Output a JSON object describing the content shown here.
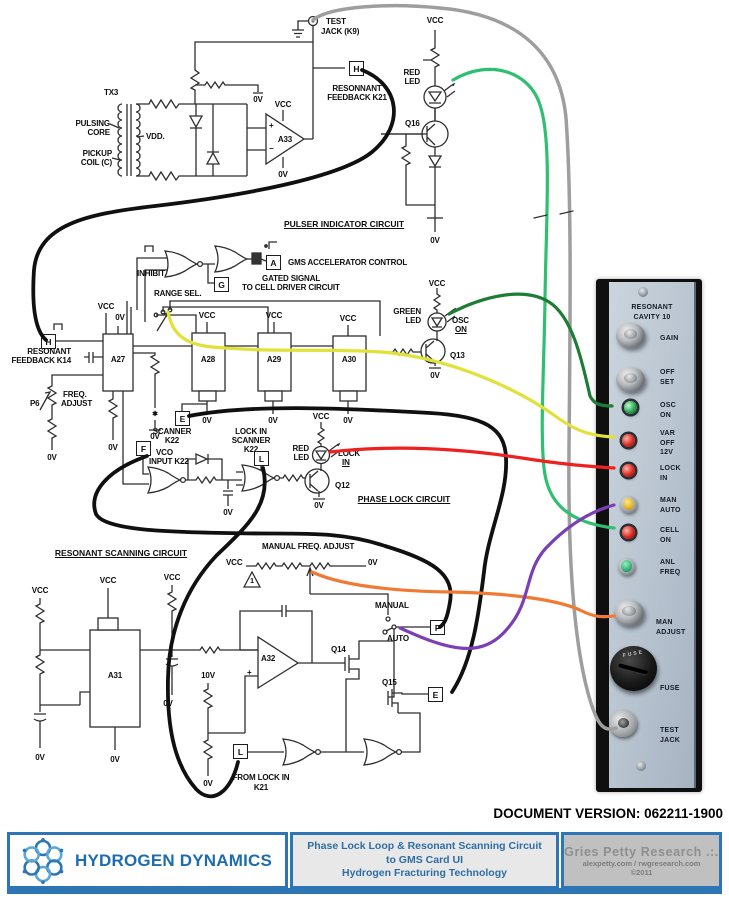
{
  "doc": {
    "version": "DOCUMENT VERSION: 062211-1900"
  },
  "titles": {
    "pulser": "PULSER INDICATOR CIRCUIT",
    "phase_lock": "PHASE LOCK CIRCUIT",
    "resonant_scanning": "RESONANT SCANNING CIRCUIT"
  },
  "labels": {
    "vcc": "VCC",
    "ov": "0V",
    "v10": "10V",
    "vdd": "VDD.",
    "tx3": "TX3",
    "pulsing1": "PULSING",
    "pulsing2": "CORE",
    "pickup1": "PICKUP",
    "pickup2": "COIL (C)",
    "plus": "+",
    "minus": "−",
    "a33": "A33",
    "a27": "A27",
    "a28": "A28",
    "a29": "A29",
    "a30": "A30",
    "a31": "A31",
    "a32": "A32",
    "q12": "Q12",
    "q13": "Q13",
    "q14": "Q14",
    "q15": "Q15",
    "q16": "Q16",
    "test1": "TEST",
    "test2": "JACK (K9)",
    "red": "RED",
    "led": "LED",
    "green": "GREEN",
    "res_fb21_1": "RESONNANT",
    "res_fb21_2": "FEEDBACK  K21",
    "res_fb14_1": "RESONANT",
    "res_fb14_2": "FEEDBACK K14",
    "inhibit": "INHIBIT",
    "gms": "GMS ACCELERATOR CONTROL",
    "gated1": "GATED SIGNAL",
    "gated2": "TO CELL DRIVER CIRCUIT",
    "range": "RANGE SEL.",
    "p6": "P6",
    "freq1": "FREQ.",
    "freq2": "ADJUST",
    "star": "✱",
    "osc": "OSC",
    "on": "ON",
    "scanner": "SCANNER",
    "k22": "K22",
    "lockin": "LOCK IN",
    "vco1": "VCO",
    "vco2": "INPUT K22",
    "lock": "LOCK",
    "in": "IN",
    "mfa": "MANUAL FREQ. ADJUST",
    "note1": "1",
    "manual": "MANUAL",
    "auto": "AUTO",
    "fromlock1": "FROM LOCK IN",
    "k21": "K21",
    "boxes": {
      "h": "H",
      "a": "A",
      "g": "G",
      "e": "E",
      "f": "F",
      "l": "L"
    }
  },
  "panel": {
    "title1": "RESONANT",
    "title2": "CAVITY 10",
    "fuse_cap": "FUSE",
    "controls": [
      {
        "lines": [
          "GAIN"
        ]
      },
      {
        "lines": [
          "OFF",
          "SET"
        ]
      },
      {
        "lines": [
          "OSC",
          "ON"
        ]
      },
      {
        "lines": [
          "VAR",
          "OFF",
          "12V"
        ]
      },
      {
        "lines": [
          "LOCK",
          "IN"
        ]
      },
      {
        "lines": [
          "MAN",
          "AUTO"
        ]
      },
      {
        "lines": [
          "CELL",
          "ON"
        ]
      },
      {
        "lines": [
          "ANL",
          "FREQ"
        ]
      },
      {
        "lines": [
          "MAN",
          "ADJUST"
        ]
      },
      {
        "lines": [
          "FUSE"
        ]
      },
      {
        "lines": [
          "TEST",
          "JACK"
        ]
      }
    ]
  },
  "footer": {
    "brand": "HYDROGEN DYNAMICS",
    "title1": "Phase Lock Loop & Resonant Scanning Circuit",
    "title2": "to GMS Card UI",
    "title3": "Hydrogen Fracturing Technology",
    "credit_name": "Gries Petty Research .:.",
    "credit_sites": "alexpetty.com / rwgresearch.com",
    "credit_copy": "©2011"
  },
  "colors": {
    "accent_blue": "#2e75b6",
    "wire_black": "#101010",
    "wire_gray": "#9e9e9e",
    "wire_yellow": "#e0e23a",
    "wire_red": "#ee2020",
    "wire_green_bright": "#2fbf71",
    "wire_green_dark": "#1e7d35",
    "wire_orange": "#f07a33",
    "wire_purple": "#7b3fb5"
  }
}
